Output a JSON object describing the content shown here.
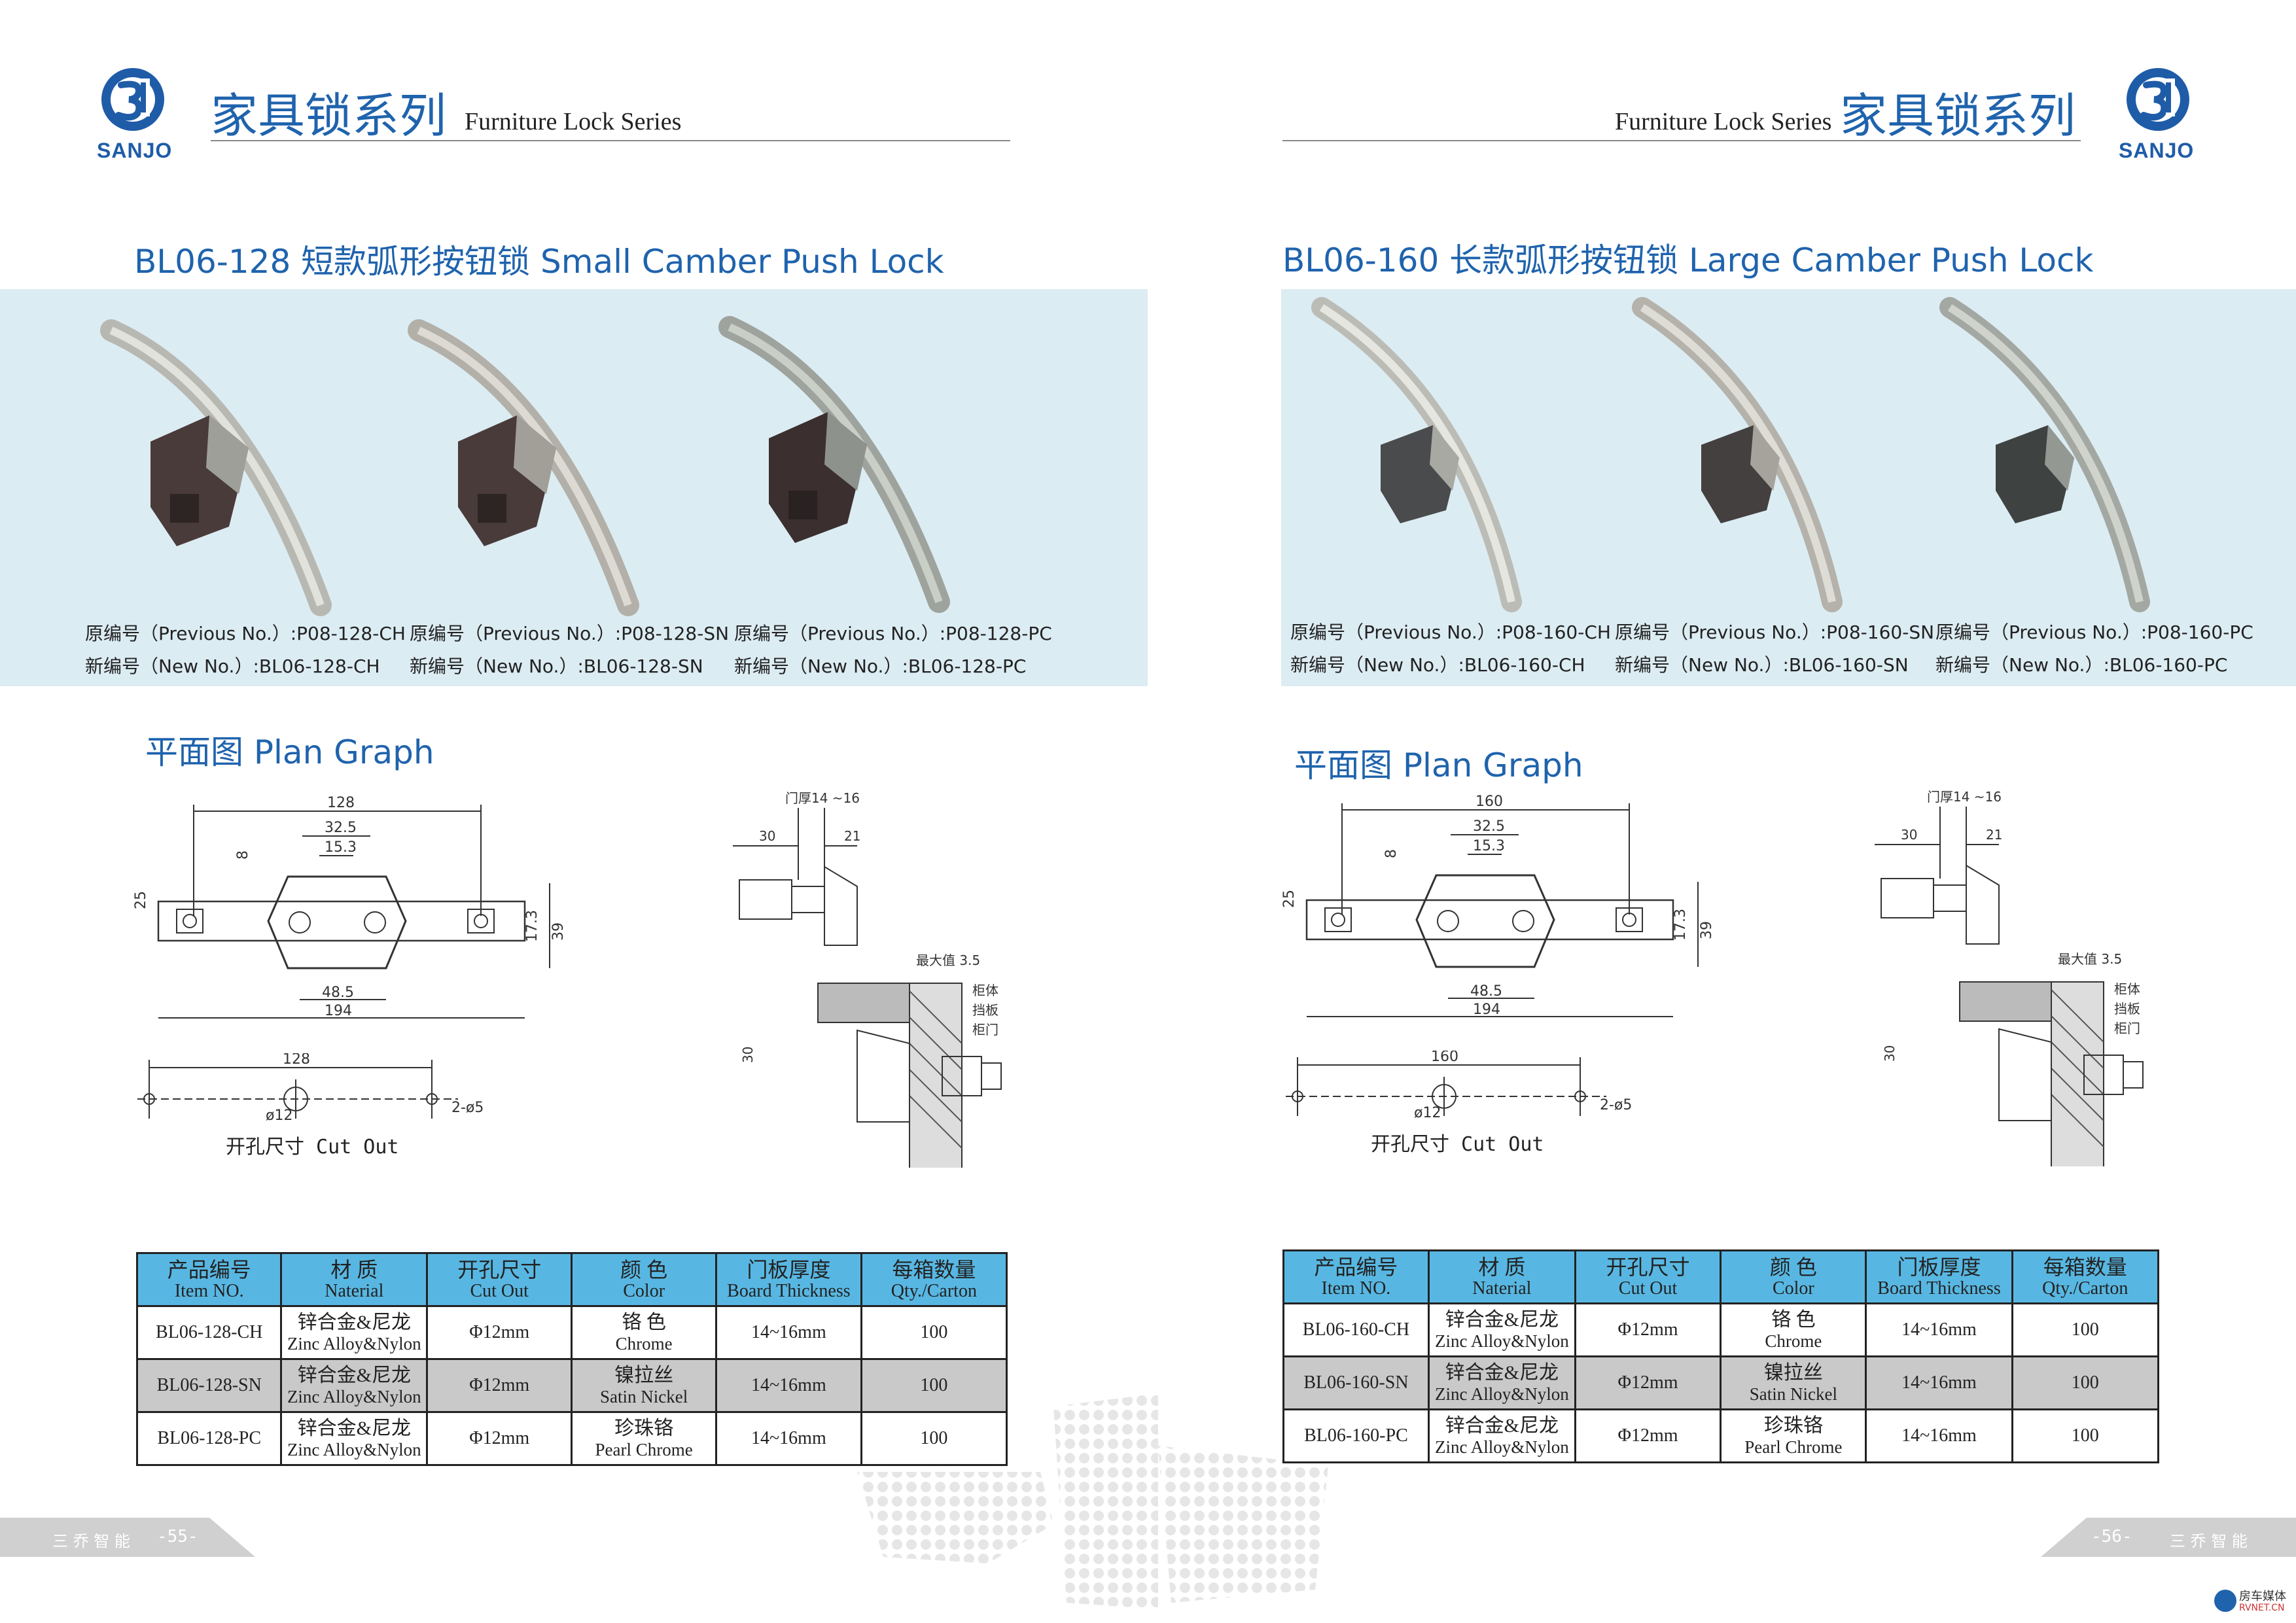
{
  "left": {
    "brand": "SANJO",
    "series_cn": "家具锁系列",
    "series_en": "Furniture Lock Series",
    "title": "BL06-128 短款弧形按钮锁  Small Camber Push Lock",
    "captions": [
      {
        "previous": "原编号（Previous No.）:P08-128-CH",
        "new": "新编号（New No.）:BL06-128-CH"
      },
      {
        "previous": "原编号（Previous No.）:P08-128-SN",
        "new": "新编号（New No.）:BL06-128-SN"
      },
      {
        "previous": "原编号（Previous No.）:P08-128-PC",
        "new": "新编号（New No.）:BL06-128-PC"
      }
    ],
    "plan_title": "平面图 Plan Graph",
    "dims": {
      "overall": "128",
      "a": "32.5",
      "b": "15.3",
      "c": "8",
      "d": "25",
      "e": "17.3",
      "f": "39",
      "g": "48.5",
      "h": "194",
      "cut": "128",
      "hole": "ø12",
      "holes": "2-ø5",
      "door": "门厚14 ~16",
      "s1": "30",
      "s2": "21",
      "max": "最大值 3.5",
      "p1": "柜体",
      "p2": "挡板",
      "p3": "柜门",
      "v30": "30"
    },
    "cutout_label": "开孔尺寸  Cut Out",
    "table": {
      "headers": [
        {
          "cn": "产品编号",
          "en": "Item NO."
        },
        {
          "cn": "材  质",
          "en": "Naterial"
        },
        {
          "cn": "开孔尺寸",
          "en": "Cut Out"
        },
        {
          "cn": "颜 色",
          "en": "Color"
        },
        {
          "cn": "门板厚度",
          "en": "Board Thickness"
        },
        {
          "cn": "每箱数量",
          "en": "Qty./Carton"
        }
      ],
      "rows": [
        {
          "item": "BL06-128-CH",
          "mat_cn": "锌合金&尼龙",
          "mat_en": "Zinc Alloy&Nylon",
          "cut": "Φ12mm",
          "color_cn": "铬 色",
          "color_en": "Chrome",
          "thick": "14~16mm",
          "qty": "100"
        },
        {
          "item": "BL06-128-SN",
          "mat_cn": "锌合金&尼龙",
          "mat_en": "Zinc Alloy&Nylon",
          "cut": "Φ12mm",
          "color_cn": "镍拉丝",
          "color_en": "Satin Nickel",
          "thick": "14~16mm",
          "qty": "100"
        },
        {
          "item": "BL06-128-PC",
          "mat_cn": "锌合金&尼龙",
          "mat_en": "Zinc Alloy&Nylon",
          "cut": "Φ12mm",
          "color_cn": "珍珠铬",
          "color_en": "Pearl Chrome",
          "thick": "14~16mm",
          "qty": "100"
        }
      ]
    },
    "footer_brand": "三 乔 智 能",
    "page": "-55-"
  },
  "right": {
    "brand": "SANJO",
    "series_cn": "家具锁系列",
    "series_en": "Furniture Lock Series",
    "title": "BL06-160 长款弧形按钮锁  Large Camber Push Lock",
    "captions": [
      {
        "previous": "原编号（Previous No.）:P08-160-CH",
        "new": "新编号（New No.）:BL06-160-CH"
      },
      {
        "previous": "原编号（Previous No.）:P08-160-SN",
        "new": "新编号（New No.）:BL06-160-SN"
      },
      {
        "previous": "原编号（Previous No.）:P08-160-PC",
        "new": "新编号（New No.）:BL06-160-PC"
      }
    ],
    "plan_title": "平面图 Plan Graph",
    "dims": {
      "overall": "160",
      "a": "32.5",
      "b": "15.3",
      "c": "8",
      "d": "25",
      "e": "17.3",
      "f": "39",
      "g": "48.5",
      "h": "194",
      "cut": "160",
      "hole": "ø12",
      "holes": "2-ø5",
      "door": "门厚14 ~16",
      "s1": "30",
      "s2": "21",
      "max": "最大值 3.5",
      "p1": "柜体",
      "p2": "挡板",
      "p3": "柜门",
      "v30": "30"
    },
    "cutout_label": "开孔尺寸  Cut Out",
    "table": {
      "headers": [
        {
          "cn": "产品编号",
          "en": "Item NO."
        },
        {
          "cn": "材  质",
          "en": "Naterial"
        },
        {
          "cn": "开孔尺寸",
          "en": "Cut Out"
        },
        {
          "cn": "颜 色",
          "en": "Color"
        },
        {
          "cn": "门板厚度",
          "en": "Board Thickness"
        },
        {
          "cn": "每箱数量",
          "en": "Qty./Carton"
        }
      ],
      "rows": [
        {
          "item": "BL06-160-CH",
          "mat_cn": "锌合金&尼龙",
          "mat_en": "Zinc Alloy&Nylon",
          "cut": "Φ12mm",
          "color_cn": "铬 色",
          "color_en": "Chrome",
          "thick": "14~16mm",
          "qty": "100"
        },
        {
          "item": "BL06-160-SN",
          "mat_cn": "锌合金&尼龙",
          "mat_en": "Zinc Alloy&Nylon",
          "cut": "Φ12mm",
          "color_cn": "镍拉丝",
          "color_en": "Satin Nickel",
          "thick": "14~16mm",
          "qty": "100"
        },
        {
          "item": "BL06-160-PC",
          "mat_cn": "锌合金&尼龙",
          "mat_en": "Zinc Alloy&Nylon",
          "cut": "Φ12mm",
          "color_cn": "珍珠铬",
          "color_en": "Pearl Chrome",
          "thick": "14~16mm",
          "qty": "100"
        }
      ]
    },
    "footer_brand": "三 乔 智 能",
    "page": "-56-"
  },
  "watermark": {
    "cn": "房车媒体",
    "url": "RVNET.CN"
  },
  "colors": {
    "brand_blue": "#1f63ad",
    "band": "#dcecf3",
    "table_header": "#58b7e2",
    "row_gray": "#c9c9c9"
  }
}
